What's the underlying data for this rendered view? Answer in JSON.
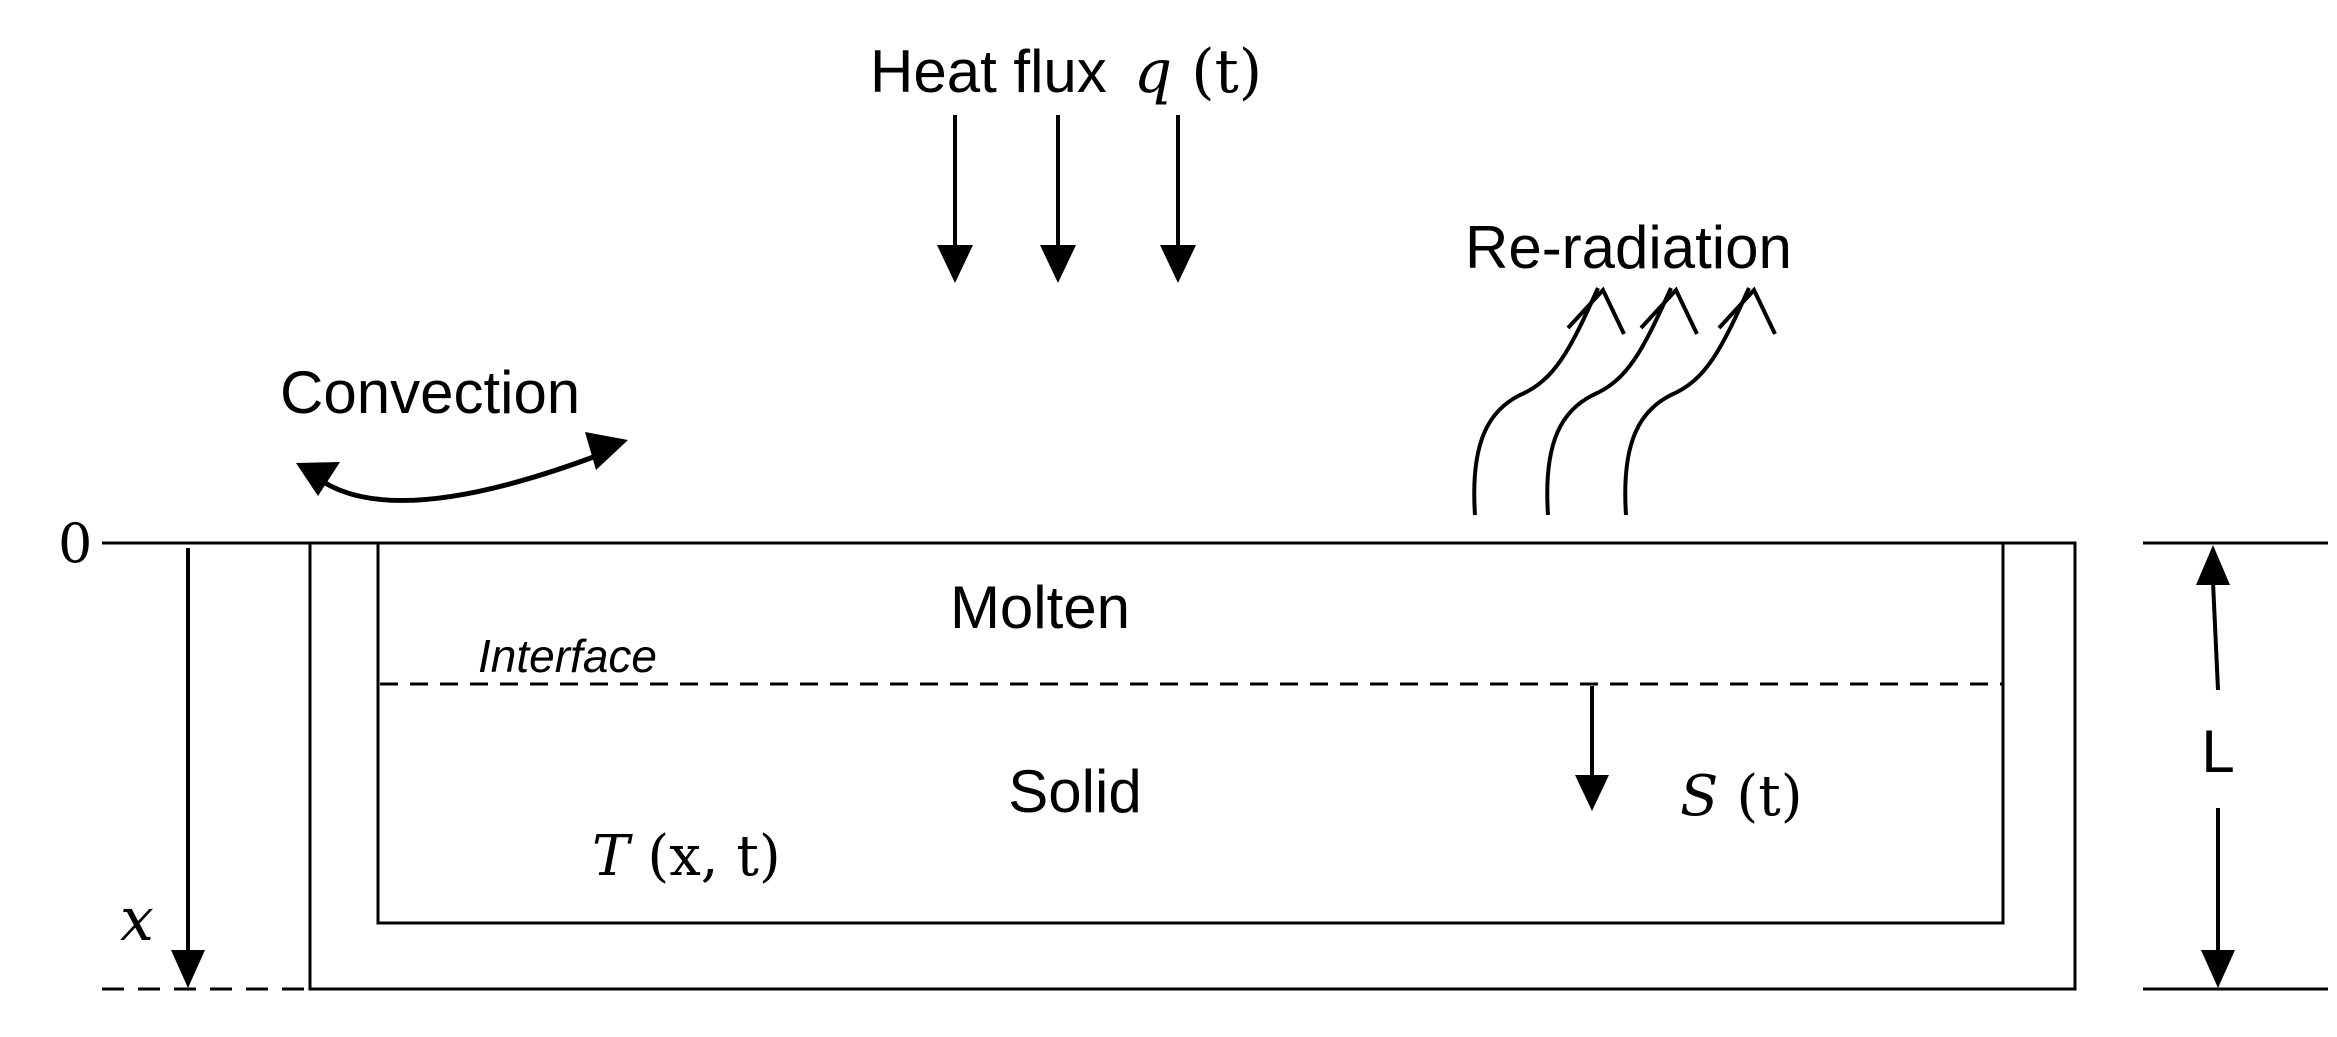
{
  "labels": {
    "heat_flux": "Heat flux",
    "heat_flux_symbol": "q",
    "heat_flux_arg": "(t)",
    "re_radiation": "Re-radiation",
    "convection": "Convection",
    "molten": "Molten",
    "interface": "Interface",
    "solid": "Solid",
    "temperature_symbol": "T",
    "temperature_args": "(x, t)",
    "front_symbol": "S",
    "front_arg": "(t)",
    "depth_symbol": "x",
    "origin": "0",
    "length": "L"
  },
  "colors": {
    "ink": "#000000",
    "background": "#ffffff"
  }
}
